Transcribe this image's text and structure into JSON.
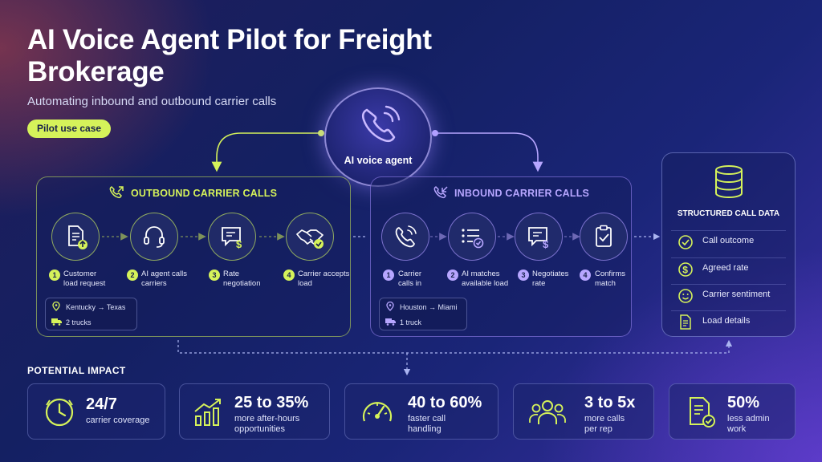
{
  "header": {
    "title": "AI Voice Agent Pilot for Freight Brokerage",
    "subtitle": "Automating inbound and outbound carrier calls",
    "badge": "Pilot use case"
  },
  "agent": {
    "label": "AI voice agent",
    "icon": "phone-ringing-icon"
  },
  "outbound": {
    "heading": "OUTBOUND CARRIER CALLS",
    "icon": "phone-outgoing-icon",
    "steps": [
      {
        "num": "1",
        "label": [
          "Customer",
          "load request"
        ],
        "icon": "document-upload-icon"
      },
      {
        "num": "2",
        "label": [
          "AI agent calls",
          "carriers"
        ],
        "icon": "headset-icon"
      },
      {
        "num": "3",
        "label": [
          "Rate",
          "negotiation"
        ],
        "icon": "chat-dollar-icon"
      },
      {
        "num": "4",
        "label": [
          "Carrier accepts",
          "load"
        ],
        "icon": "handshake-icon"
      }
    ],
    "info": {
      "route": "Kentucky → Texas",
      "trucks": "2 trucks"
    }
  },
  "inbound": {
    "heading": "INBOUND CARRIER CALLS",
    "icon": "phone-incoming-icon",
    "steps": [
      {
        "num": "1",
        "label": [
          "Carrier",
          "calls in"
        ],
        "icon": "phone-icon"
      },
      {
        "num": "2",
        "label": [
          "AI matches",
          "available load"
        ],
        "icon": "list-check-icon"
      },
      {
        "num": "3",
        "label": [
          "Negotiates",
          "rate"
        ],
        "icon": "chat-dollar-icon"
      },
      {
        "num": "4",
        "label": [
          "Confirms",
          "match"
        ],
        "icon": "clipboard-check-icon"
      }
    ],
    "info": {
      "route": "Houston → Miami",
      "trucks": "1 truck"
    }
  },
  "structured_data": {
    "heading": "STRUCTURED CALL DATA",
    "icon": "database-icon",
    "items": [
      {
        "label": "Call outcome",
        "icon": "check-circle-icon"
      },
      {
        "label": "Agreed rate",
        "icon": "dollar-circle-icon"
      },
      {
        "label": "Carrier sentiment",
        "icon": "smile-icon"
      },
      {
        "label": "Load details",
        "icon": "document-icon"
      }
    ]
  },
  "impact": {
    "heading": "POTENTIAL IMPACT",
    "cards": [
      {
        "value": "24/7",
        "desc": [
          "carrier coverage"
        ],
        "icon": "clock-icon"
      },
      {
        "value": "25 to 35%",
        "desc": [
          "more after-hours",
          "opportunities"
        ],
        "icon": "growth-chart-icon"
      },
      {
        "value": "40 to 60%",
        "desc": [
          "faster call",
          "handling"
        ],
        "icon": "speedometer-icon"
      },
      {
        "value": "3 to 5x",
        "desc": [
          "more calls",
          "per rep"
        ],
        "icon": "team-icon"
      },
      {
        "value": "50%",
        "desc": [
          "less admin",
          "work"
        ],
        "icon": "document-check-icon"
      }
    ]
  },
  "colors": {
    "lime": "#d5f25a",
    "purple": "#b7a6ff",
    "white": "#ffffff"
  }
}
